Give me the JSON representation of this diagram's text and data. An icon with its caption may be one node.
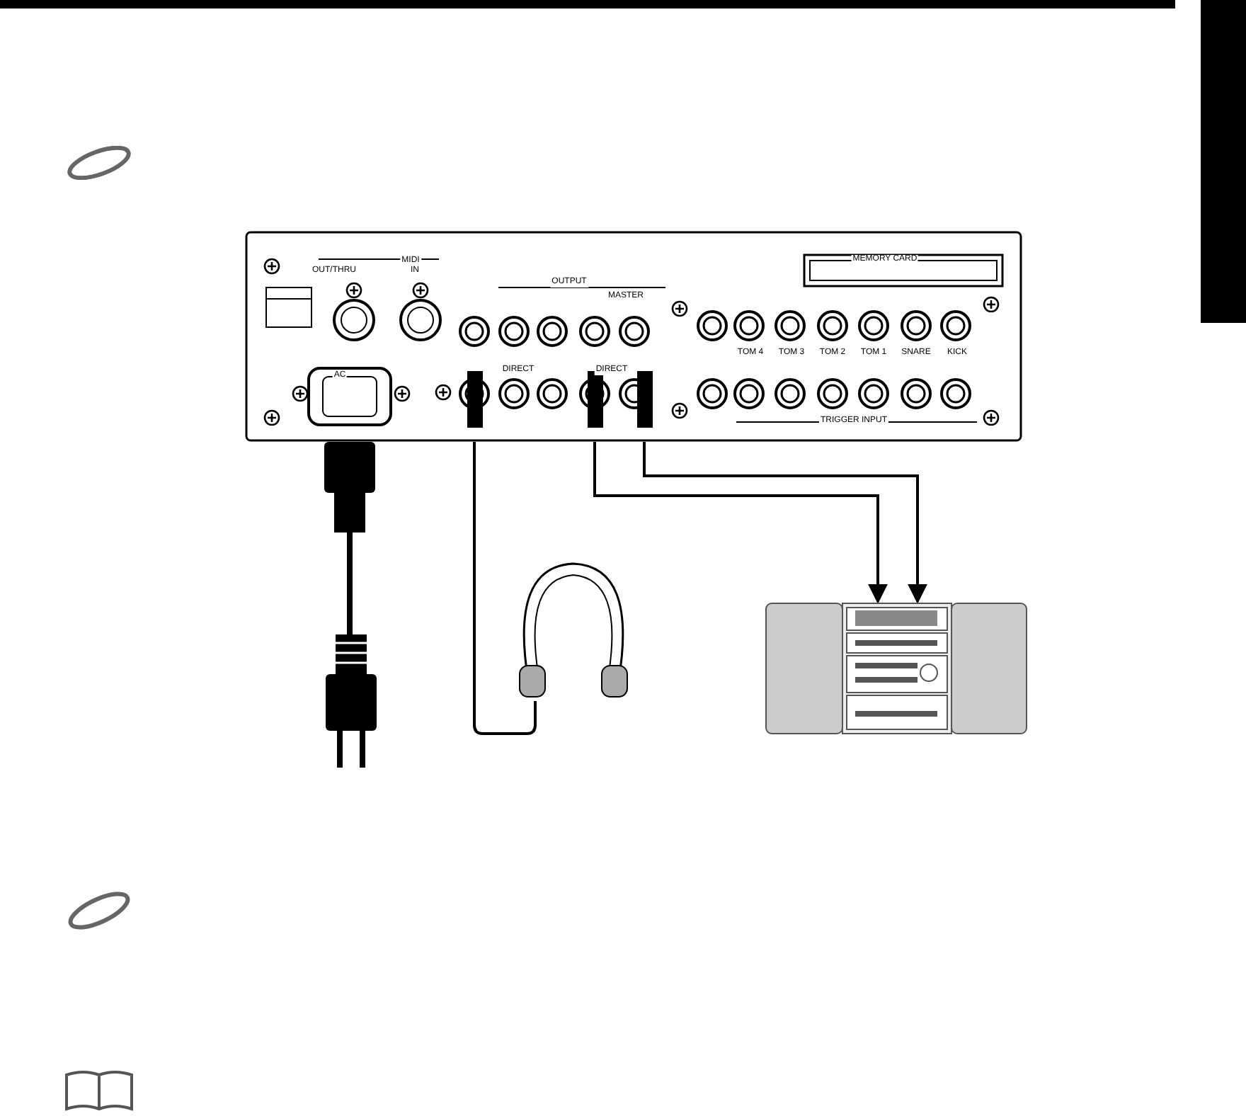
{
  "diagram": {
    "nodes": [
      {
        "text": [],
        "shape": "picture"
      },
      {
        "text": [],
        "shape": "box"
      },
      {
        "text": [],
        "shape": "picture"
      },
      {
        "text": [],
        "shape": "picture"
      },
      {
        "text": [],
        "shape": "picture"
      }
    ],
    "edges": [
      {
        "from": 1,
        "to": 2,
        "arrow": "none",
        "style": "thick"
      },
      {
        "from": 0,
        "to": 3,
        "arrow": "none"
      },
      {
        "from": 0,
        "to": 4,
        "arrow": "to"
      },
      {
        "from": 0,
        "to": 4,
        "arrow": "to"
      }
    ],
    "labels": [
      "MIDI",
      "OUT/THRU",
      "IN",
      "MEMORY CARD",
      "OUTPUT",
      "MASTER",
      "TOM 4",
      "TOM 3",
      "TOM 2",
      "TOM 1",
      "SNARE",
      "KICK",
      "AC",
      "DIRECT",
      "DIRECT",
      "TRIGGER INPUT"
    ]
  }
}
